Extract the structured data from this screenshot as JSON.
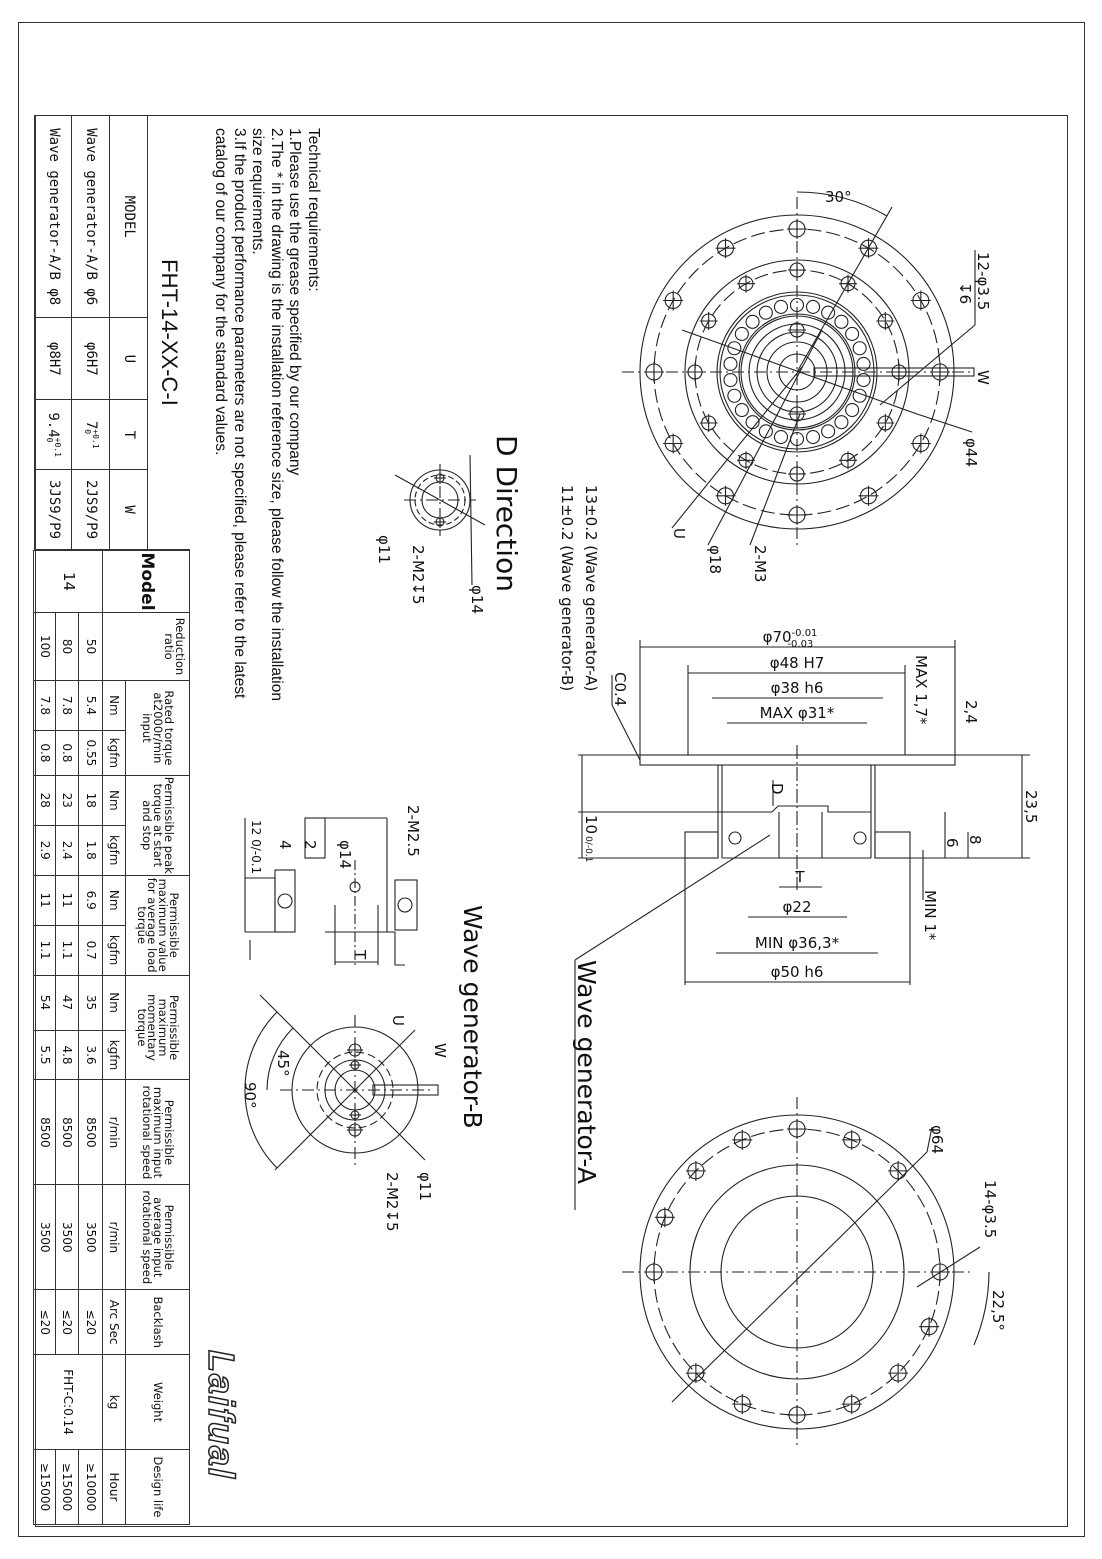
{
  "title_block": {
    "model_code": "FHT-14-XX-C-I",
    "headers": {
      "model": "MODEL",
      "u": "U",
      "t": "T",
      "w": "W"
    },
    "rows": [
      {
        "model": "Wave generator-A/B φ6",
        "u": "φ6H7",
        "t": "7",
        "t_upper": "+0.1",
        "t_lower": "0",
        "w": "2JS9/P9"
      },
      {
        "model": "Wave generator-A/B φ8",
        "u": "φ8H7",
        "t": "9.4",
        "t_upper": "+0.1",
        "t_lower": "0",
        "w": "3JS9/P9"
      }
    ]
  },
  "spec_table": {
    "headers": {
      "model": "Model",
      "reduction": "Reduction ratio",
      "rated": "Rated torque at2000r/min input",
      "peak": "Permissible peak torque at start and stop",
      "avg_load": "Permissible maximum value for average load torque",
      "momentary": "Permissible maximum momentary torque",
      "max_speed": "Permissible maximum input rotational speed",
      "avg_speed": "Permissible average input rotational speed",
      "backlash": "Backlash",
      "weight": "Weight",
      "life": "Design life"
    },
    "units": {
      "nm": "Nm",
      "kgfm": "kgfm",
      "rpm": "r/min",
      "arcsec": "Arc Sec",
      "kg": "kg",
      "hour": "Hour"
    },
    "model": "14",
    "weight": "FHT-C:0.14",
    "rows": [
      {
        "ratio": "50",
        "rated_nm": "5.4",
        "rated_kgfm": "0.55",
        "peak_nm": "18",
        "peak_kgfm": "1.8",
        "avg_nm": "6.9",
        "avg_kgfm": "0.7",
        "mom_nm": "35",
        "mom_kgfm": "3.6",
        "max_speed": "8500",
        "avg_speed": "3500",
        "backlash": "≤20",
        "life": "≥10000"
      },
      {
        "ratio": "80",
        "rated_nm": "7.8",
        "rated_kgfm": "0.8",
        "peak_nm": "23",
        "peak_kgfm": "2.4",
        "avg_nm": "11",
        "avg_kgfm": "1.1",
        "mom_nm": "47",
        "mom_kgfm": "4.8",
        "max_speed": "8500",
        "avg_speed": "3500",
        "backlash": "≤20",
        "life": "≥15000"
      },
      {
        "ratio": "100",
        "rated_nm": "7.8",
        "rated_kgfm": "0.8",
        "peak_nm": "28",
        "peak_kgfm": "2.9",
        "avg_nm": "11",
        "avg_kgfm": "1.1",
        "mom_nm": "54",
        "mom_kgfm": "5.5",
        "max_speed": "8500",
        "avg_speed": "3500",
        "backlash": "≤20",
        "life": "≥15000"
      }
    ]
  },
  "technical_requirements": {
    "heading": "Technical requirements:",
    "lines": [
      "1.Please use the grease specified by our company",
      "2.The * in the drawing is the installation reference size, please follow the installation",
      "size requirements.",
      "3.If the product performance parameters are not specified, please refer to the latest",
      "catalog of our company for the standard values."
    ]
  },
  "logo": "Laifual",
  "views": {
    "front_a": {
      "angle": "30°",
      "holes": "12-φ3.5",
      "depth": "↧6",
      "w": "W",
      "d44": "φ44",
      "u": "U",
      "d18": "φ18",
      "m3": "2-M3"
    },
    "lengths": {
      "a": "13±0.2  (Wave generator-A)",
      "b": "11±0.2  (Wave generator-B)"
    },
    "section": {
      "d70": "φ70",
      "d70_upper": "-0.01",
      "d70_lower": "-0.03",
      "d48": "φ48 H7",
      "d38": "φ38 h6",
      "max31": "MAX φ31*",
      "t": "T",
      "d22": "φ22",
      "min36": "MIN φ36,3*",
      "d50": "φ50 h6",
      "d": "D",
      "max17": "MAX 1,7*",
      "d24": "2,4",
      "d235": "23,5",
      "d8": "8",
      "d6": "6",
      "min1": "MIN 1*",
      "c04": "C0.4",
      "d10": "10",
      "d10_tol": "0/-0.1"
    },
    "wave_generator_a": {
      "title": "Wave generator-A"
    },
    "d_direction": {
      "title": "D Direction",
      "d14": "φ14",
      "m2": "2-M2↧5",
      "d11": "φ11"
    },
    "wave_generator_b": {
      "title": "Wave generator-B",
      "m25": "2-M2.5",
      "d14": "φ14",
      "d2": "2",
      "d4": "4",
      "d12": "12 0/-0.1",
      "t": "T",
      "u": "U",
      "w": "W",
      "a45": "45°",
      "a90": "90°",
      "d11": "φ11",
      "m2": "2-M2↧5"
    },
    "rear": {
      "d64": "φ64",
      "holes": "14-φ3.5",
      "angle": "22,5°"
    }
  }
}
